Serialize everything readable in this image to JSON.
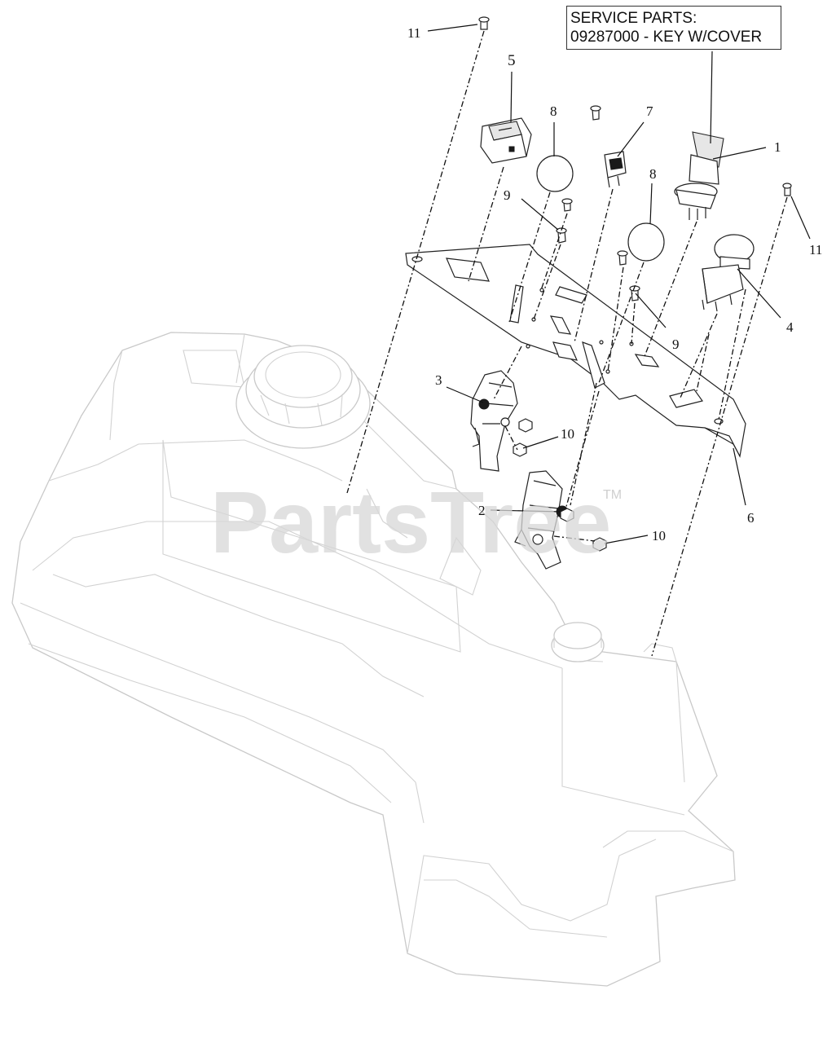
{
  "service_parts": {
    "title": "SERVICE PARTS:",
    "line": "09287000 - KEY W/COVER"
  },
  "watermark": {
    "text": "PartsTree",
    "tm": "TM"
  },
  "callouts": {
    "c1": "1",
    "c2": "2",
    "c3": "3",
    "c4": "4",
    "c5": "5",
    "c6": "6",
    "c7": "7",
    "c8a": "8",
    "c8b": "8",
    "c9a": "9",
    "c9b": "9",
    "c10a": "10",
    "c10b": "10",
    "c11a": "11",
    "c11b": "11"
  }
}
